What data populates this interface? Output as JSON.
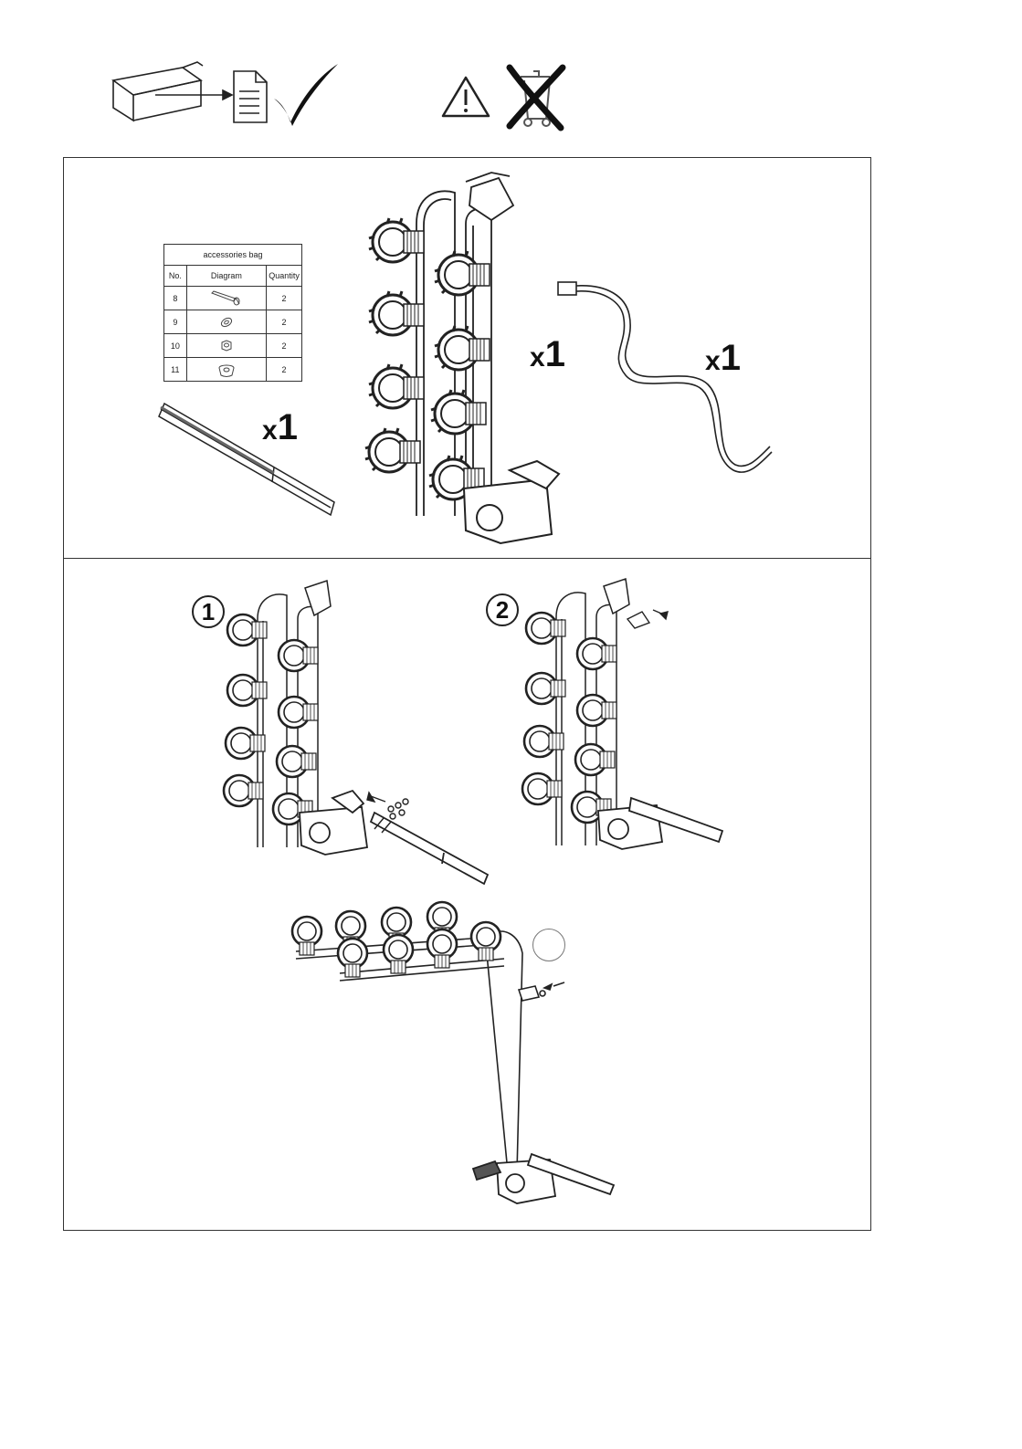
{
  "header_icons": {
    "unpack_icon": "box-to-document-icon",
    "check_icon": "check-mark-icon",
    "warning_icon": "warning-triangle-icon",
    "no_dispose_icon": "crossed-out-bin-icon"
  },
  "parts_panel": {
    "accessories_table": {
      "caption": "accessories bag",
      "headers": [
        "No.",
        "Diagram",
        "Quantity"
      ],
      "rows": [
        {
          "no": "8",
          "diagram": "bolt-icon",
          "qty": "2"
        },
        {
          "no": "9",
          "diagram": "washer-icon",
          "qty": "2"
        },
        {
          "no": "10",
          "diagram": "nut-icon",
          "qty": "2"
        },
        {
          "no": "11",
          "diagram": "cap-icon",
          "qty": "2"
        }
      ]
    },
    "bar_quantity": {
      "x": "x",
      "n": "1"
    },
    "rack_quantity": {
      "x": "x",
      "n": "1"
    },
    "strap_quantity": {
      "x": "x",
      "n": "1"
    }
  },
  "steps_panel": {
    "steps": [
      {
        "number": "1"
      },
      {
        "number": "2"
      },
      {
        "number": ""
      }
    ]
  },
  "colors": {
    "line": "#222222",
    "border": "#333333",
    "background": "#ffffff"
  }
}
